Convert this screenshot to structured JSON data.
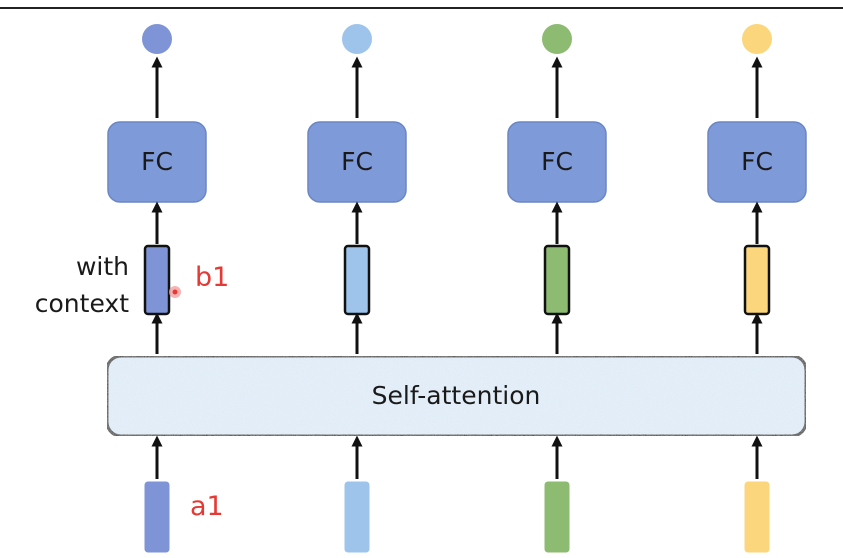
{
  "top_rule_color": "#222222",
  "arrow_color": "#111111",
  "fc_block": {
    "label": "FC",
    "fill": "#7f9ad8",
    "stroke": "#6b86c4"
  },
  "self_attention": {
    "label": "Self-attention",
    "fill": "#dce9f6",
    "stroke": "#111111"
  },
  "context_label": {
    "line1": "with",
    "line2": "context"
  },
  "annotations": {
    "b1": "b1",
    "a1": "a1",
    "color": "#e53935"
  },
  "columns": [
    {
      "output_color": "#7f94d6",
      "vector_color": "#7f94d6",
      "input_color": "#7f94d6"
    },
    {
      "output_color": "#9ec4ec",
      "vector_color": "#9ec4ec",
      "input_color": "#9ec4ec"
    },
    {
      "output_color": "#8dbb72",
      "vector_color": "#8dbb72",
      "input_color": "#8dbb72"
    },
    {
      "output_color": "#fbd67c",
      "vector_color": "#fbd67c",
      "input_color": "#fbd67c"
    }
  ]
}
